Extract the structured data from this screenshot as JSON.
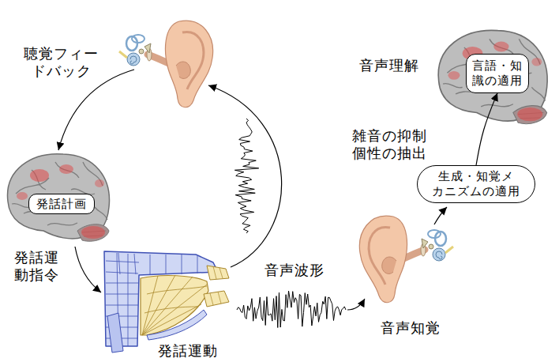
{
  "diagram": {
    "nodes": [
      {
        "text": [
          "発話計画"
        ]
      },
      {
        "text": [
          "生成・知覚メ カニズムの適用"
        ]
      },
      {
        "text": [
          "言語・知 識の適用"
        ]
      }
    ],
    "edges": [
      {
        "from": 1,
        "to": 2,
        "arrow": "to"
      }
    ],
    "labels": [
      "聴覚フィー ドバック",
      "音声理解",
      "雑音の抑制 個性の抽出",
      "発話運 動指令",
      "音声波形",
      "発話運動",
      "音声知覚"
    ]
  }
}
